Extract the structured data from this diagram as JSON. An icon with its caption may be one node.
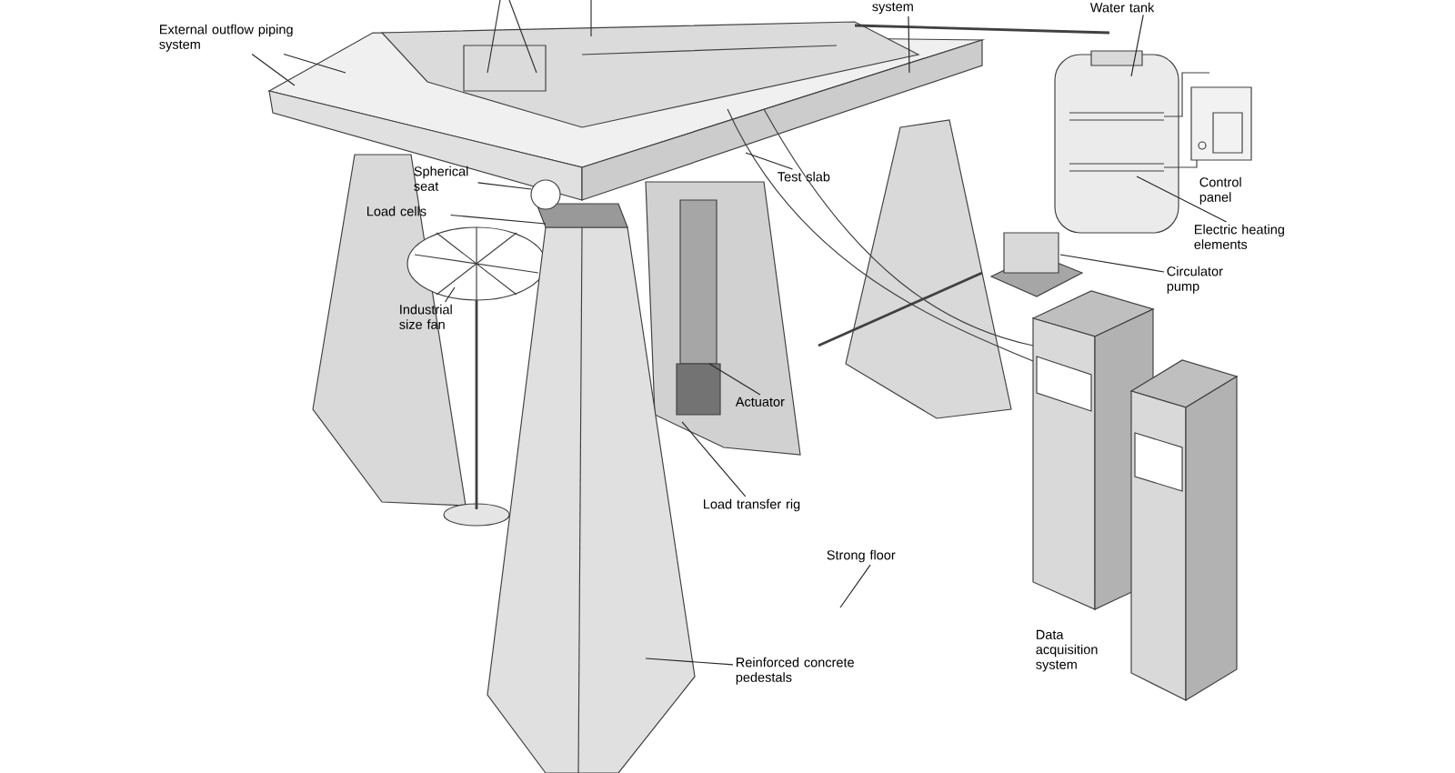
{
  "diagram": {
    "nodes": [
      {
        "text": [
          "External outflow piping system"
        ]
      },
      {
        "text": [
          "system"
        ]
      },
      {
        "text": [
          "Water tank"
        ]
      },
      {
        "text": [
          "Spherical seat"
        ]
      },
      {
        "text": [
          "Load cells"
        ]
      },
      {
        "text": [
          "Industrial size fan"
        ]
      },
      {
        "text": [
          "Test slab"
        ]
      },
      {
        "text": [
          "Electric heating elements"
        ]
      },
      {
        "text": [
          "Circulator pump"
        ]
      },
      {
        "text": [
          "Actuator"
        ]
      },
      {
        "text": [
          "Load transfer rig"
        ]
      },
      {
        "text": [
          "Strong floor"
        ]
      },
      {
        "text": [
          "Reinforced concrete pedestals"
        ]
      }
    ],
    "edges": [
      {
        "from": 0,
        "to": null,
        "arrow": "none"
      },
      {
        "from": 0,
        "to": null,
        "arrow": "none"
      },
      {
        "from": 1,
        "to": null,
        "arrow": "none"
      },
      {
        "from": 2,
        "to": null,
        "arrow": "none"
      },
      {
        "from": 3,
        "to": null,
        "arrow": "none"
      },
      {
        "from": 4,
        "to": null,
        "arrow": "none"
      },
      {
        "from": 5,
        "to": null,
        "arrow": "none"
      },
      {
        "from": 6,
        "to": null,
        "arrow": "none"
      },
      {
        "from": 7,
        "to": null,
        "arrow": "none"
      },
      {
        "from": 8,
        "to": null,
        "arrow": "none"
      },
      {
        "from": 9,
        "to": null,
        "arrow": "none"
      },
      {
        "from": 10,
        "to": null,
        "arrow": "none"
      },
      {
        "from": 11,
        "to": null,
        "arrow": "none"
      },
      {
        "from": 12,
        "to": null,
        "arrow": "none"
      }
    ],
    "labels": [
      "Control panel",
      "Data acquisition system"
    ]
  }
}
